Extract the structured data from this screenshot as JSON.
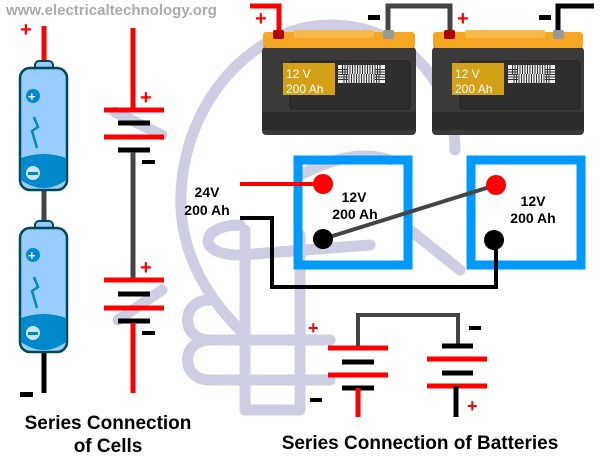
{
  "watermark": "www.electricaltechnology.org",
  "cells": {
    "caption_line1": "Series Connection",
    "caption_line2": "of Cells",
    "plus": "+",
    "minus": "-"
  },
  "batteries": {
    "caption": "Series Connection of Batteries",
    "battery_voltage": "12 V",
    "battery_capacity": "200 Ah",
    "plus": "+",
    "minus": "-"
  },
  "wiring": {
    "total_voltage": "24V",
    "total_capacity": "200 Ah",
    "box1_voltage": "12V",
    "box1_capacity": "200 Ah",
    "box2_voltage": "12V",
    "box2_capacity": "200 Ah"
  },
  "colors": {
    "positive": "#ff0000",
    "negative": "#000000",
    "link_wire": "#444444",
    "battery_box": "#0099ff",
    "cell_light": "#99ccff",
    "cell_dark": "#0088cc",
    "battery_top": "#f5a623",
    "battery_label": "#d4a017",
    "watermark": "#c8c8e0"
  },
  "icons": [
    "lightbulb-watermark",
    "cell-battery-icon",
    "car-battery-icon",
    "battery-symbol"
  ]
}
